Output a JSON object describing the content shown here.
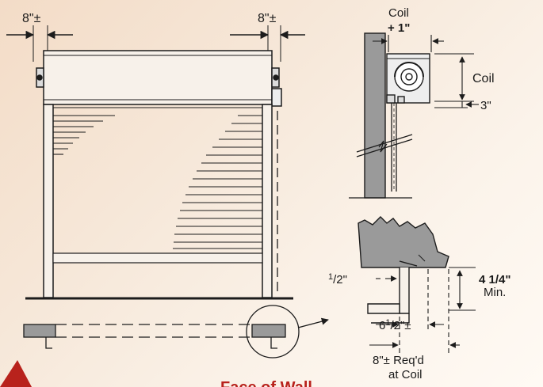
{
  "labels": {
    "left_gap": "8\"±",
    "right_gap": "8\"±",
    "coil_top": "Coil",
    "coil_plus": "+ 1\"",
    "coil_side": "Coil",
    "coil_clear": "3\"",
    "half_num": "1",
    "half_den": "/2\"",
    "height": "4 1/4\"",
    "height_min": "Min.",
    "six_half_a": "6",
    "six_half_b": "1",
    "six_half_c": "/2\"±",
    "req_line1": "8\"± Req'd",
    "req_line2": "at Coil",
    "footer": "Face of Wall"
  },
  "colors": {
    "line": "#1c1c1c",
    "wall_fill": "#9a9a9a",
    "coil_box_fill": "#eeeeee",
    "door_fill": "#f7f1ea",
    "accent_red": "#b8221c"
  }
}
